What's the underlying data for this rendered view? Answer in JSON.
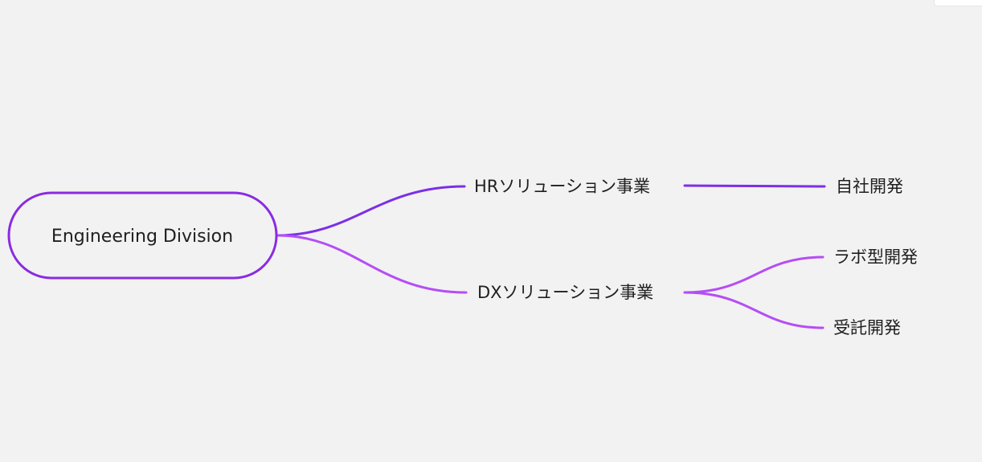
{
  "mindmap": {
    "root": {
      "label": "Engineering Division"
    },
    "branches": [
      {
        "label": "HRソリューション事業",
        "children": [
          {
            "label": "自社開発"
          }
        ]
      },
      {
        "label": "DXソリューション事業",
        "children": [
          {
            "label": "ラボ型開発"
          },
          {
            "label": "受託開発"
          }
        ]
      }
    ]
  },
  "colors": {
    "background": "#f2f2f2",
    "root_border": "#8a2be2",
    "hr_branch_line": "#7c2fe8",
    "dx_branch_line": "#b54df5",
    "text": "#1f1f1f"
  }
}
